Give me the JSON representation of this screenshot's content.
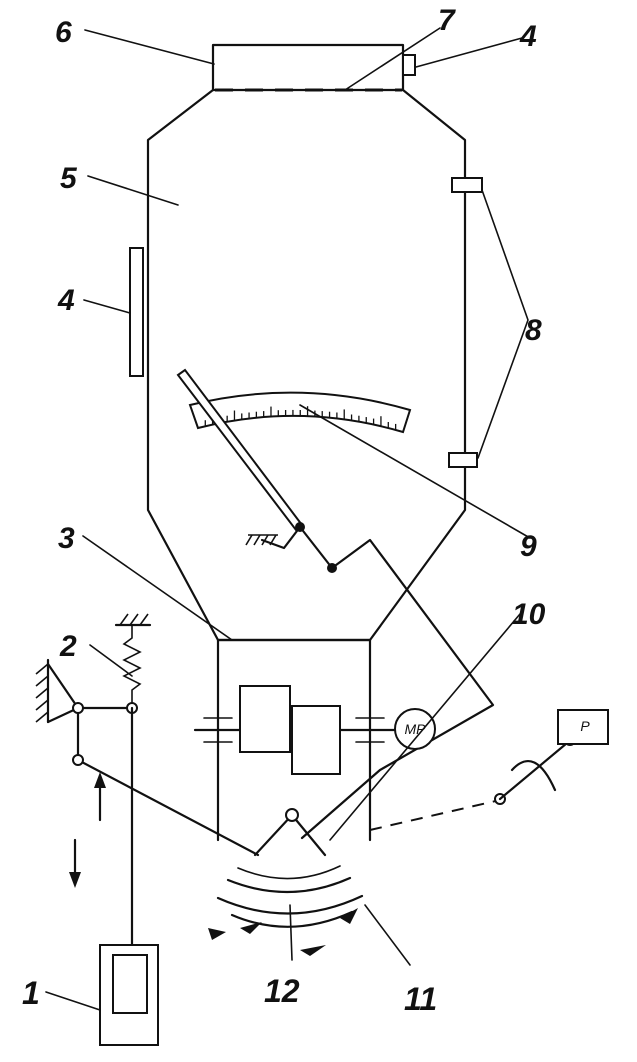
{
  "labels": {
    "l1": "1",
    "l2": "2",
    "l3": "3",
    "l4a": "4",
    "l4b": "4",
    "l5": "5",
    "l6": "6",
    "l7": "7",
    "l8": "8",
    "l9": "9",
    "l10": "10",
    "l11": "11",
    "l12": "12"
  },
  "motor_label": "MP",
  "box_label": "P"
}
